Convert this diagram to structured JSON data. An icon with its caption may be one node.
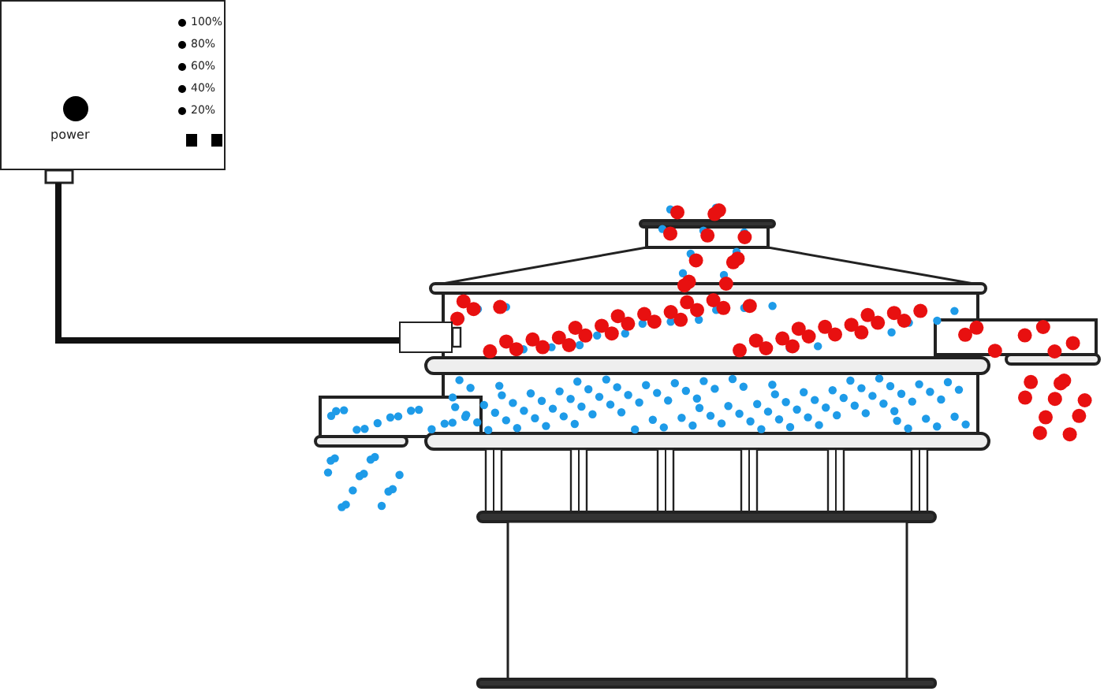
{
  "diagram": {
    "nodes": [
      {
        "text": [
          "100%",
          "80%",
          "60%",
          "40%",
          "20%",
          "power"
        ]
      },
      {
        "text": [],
        "shape": "box"
      }
    ],
    "edges": [
      {
        "from": 0,
        "to": 1,
        "arrow": "none"
      }
    ]
  }
}
